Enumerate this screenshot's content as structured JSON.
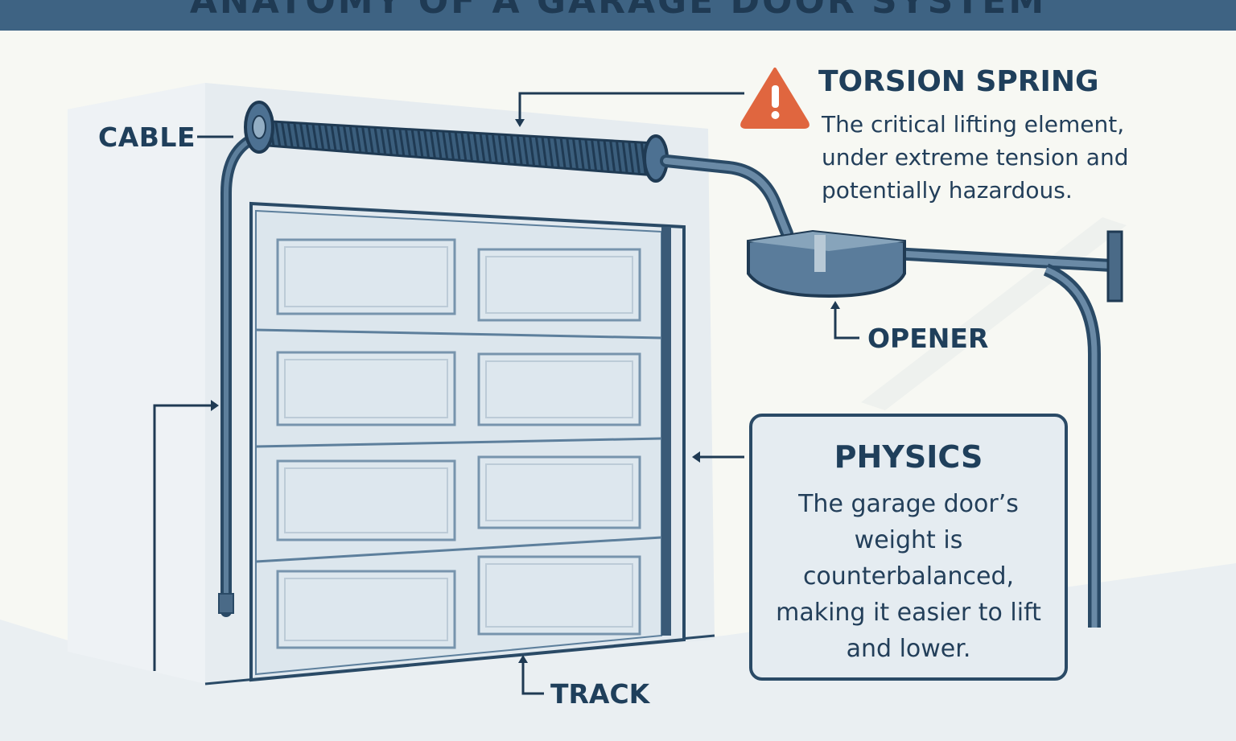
{
  "header": {
    "title": "ANATOMY OF A GARAGE DOOR SYSTEM",
    "color": "#3e6383"
  },
  "labels": {
    "cable": "CABLE",
    "torsion_spring": "TORSION SPRING",
    "torsion_spring_description": "The critical lifting element, under extreme tension and potentially hazardous.",
    "opener": "OPENER",
    "track": "TRACK"
  },
  "physics": {
    "title": "PHYSICS",
    "body": "The garage door’s weight is counterbalanced, making it easier to lift and lower."
  },
  "icons": {
    "warning": "warning-triangle-icon"
  },
  "colors": {
    "primary_line": "#2a4a66",
    "label_text": "#1f3f5b",
    "warning": "#e0663f",
    "door_panel": "#dfe8ef",
    "background": "#f7f8f3"
  }
}
